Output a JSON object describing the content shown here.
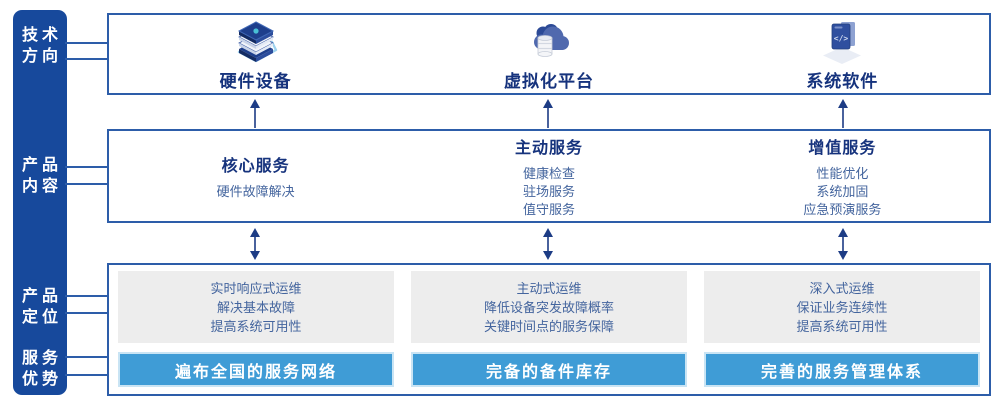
{
  "colors": {
    "sidebar_bg": "#17499c",
    "box_border": "#2d5da9",
    "title_text": "#16337d",
    "body_text": "#44659e",
    "panel_bg": "#ededed",
    "banner_bg": "#3f9cd6",
    "banner_text": "#ffffff",
    "arrow": "#1d3c85"
  },
  "sidebar": {
    "labels": [
      [
        "技术",
        "方向"
      ],
      [
        "产品",
        "内容"
      ],
      [
        "产品",
        "定位"
      ],
      [
        "服务",
        "优势"
      ]
    ]
  },
  "top_box": {
    "items": [
      {
        "label": "硬件设备",
        "icon": "server-stack-icon"
      },
      {
        "label": "虚拟化平台",
        "icon": "cloud-database-icon"
      },
      {
        "label": "系统软件",
        "icon": "code-window-icon"
      }
    ]
  },
  "middle_box": {
    "columns": [
      {
        "title": "核心服务",
        "lines": [
          "硬件故障解决"
        ]
      },
      {
        "title": "主动服务",
        "lines": [
          "健康检查",
          "驻场服务",
          "值守服务"
        ]
      },
      {
        "title": "增值服务",
        "lines": [
          "性能优化",
          "系统加固",
          "应急预演服务"
        ]
      }
    ]
  },
  "bottom_box": {
    "columns": [
      {
        "lines": [
          "实时响应式运维",
          "解决基本故障",
          "提高系统可用性"
        ],
        "banner": "遍布全国的服务网络"
      },
      {
        "lines": [
          "主动式运维",
          "降低设备突发故障概率",
          "关键时间点的服务保障"
        ],
        "banner": "完备的备件库存"
      },
      {
        "lines": [
          "深入式运维",
          "保证业务连续性",
          "提高系统可用性"
        ],
        "banner": "完善的服务管理体系"
      }
    ]
  }
}
